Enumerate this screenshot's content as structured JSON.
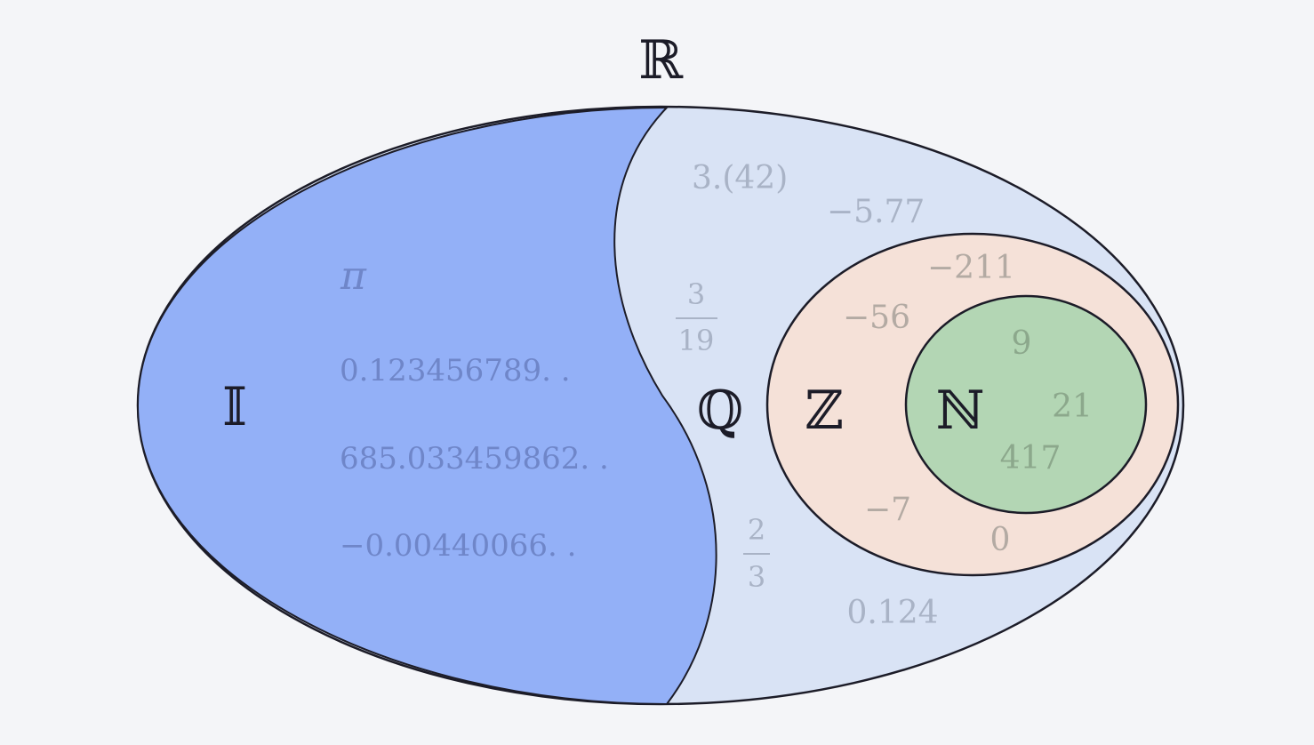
{
  "sets": {
    "reals": "ℝ",
    "irrationals": "𝕀",
    "rationals": "ℚ",
    "integers": "ℤ",
    "naturals": "ℕ"
  },
  "irrational_numbers": {
    "pi": "π",
    "n1": "0.123456789. .",
    "n2": "685.033459862. .",
    "n3": "−0.00440066. ."
  },
  "rational_numbers": {
    "repeating": "3.(42)",
    "neg_decimal": "−5.77",
    "frac_a_num": "3",
    "frac_a_den": "19",
    "frac_b_num": "2",
    "frac_b_den": "3",
    "decimal": "0.124"
  },
  "integer_numbers": {
    "a": "−211",
    "b": "−56",
    "c": "−7",
    "d": "0"
  },
  "natural_numbers": {
    "a": "9",
    "b": "21",
    "c": "417"
  },
  "colors": {
    "background": "#f4f5f8",
    "irrational_fill": "#93b0f7",
    "rational_fill": "#d9e3f5",
    "integer_fill": "#f5e1d8",
    "natural_fill": "#b3d6b4",
    "outline": "#1c1c28"
  }
}
